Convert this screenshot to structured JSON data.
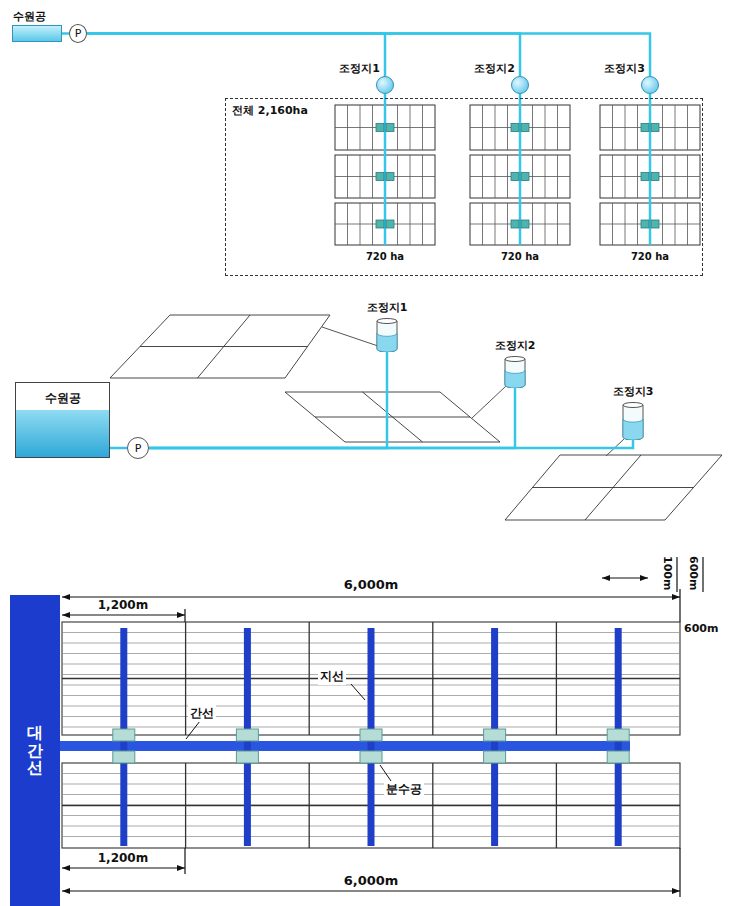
{
  "diagram": {
    "nodes": [
      {
        "text": [
          "수원공"
        ]
      },
      {
        "text": [
          "P"
        ]
      },
      {
        "text": [
          "조정지1"
        ]
      },
      {
        "text": [
          "조정지2"
        ]
      },
      {
        "text": [
          "조정지3"
        ]
      },
      {
        "text": [
          "전체 2,160ha"
        ]
      },
      {
        "text": [
          "수원공"
        ]
      },
      {
        "text": [
          "P"
        ]
      },
      {
        "text": [
          "조정지1"
        ]
      },
      {
        "text": [
          "조정지2"
        ]
      },
      {
        "text": [
          "조정지3"
        ]
      },
      {
        "text": [
          "대간선"
        ]
      }
    ],
    "edges": [
      {
        "from": 0,
        "to": 1,
        "arrow": "none"
      },
      {
        "from": 1,
        "to": 2,
        "arrow": "none"
      },
      {
        "from": 1,
        "to": 3,
        "arrow": "none"
      },
      {
        "from": 1,
        "to": 4,
        "arrow": "none"
      },
      {
        "from": 6,
        "to": 7,
        "arrow": "none"
      },
      {
        "from": 7,
        "to": 8,
        "arrow": "none"
      },
      {
        "from": 7,
        "to": 9,
        "arrow": "none"
      },
      {
        "from": 7,
        "to": 10,
        "arrow": "none"
      }
    ],
    "labels": [
      "720 ha",
      "720 ha",
      "720 ha",
      "100m",
      "600m",
      "6,000m",
      "1,200m",
      "600m",
      "간선",
      "지선",
      "분수공",
      "1,200m",
      "6,000m"
    ]
  }
}
